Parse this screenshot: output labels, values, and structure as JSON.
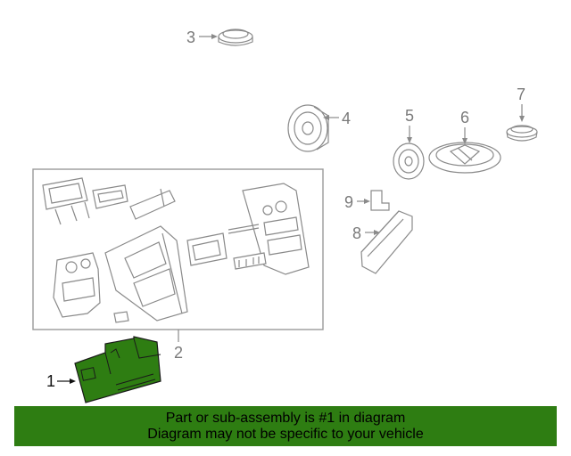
{
  "callouts": {
    "c1": "1",
    "c2": "2",
    "c3": "3",
    "c4": "4",
    "c5": "5",
    "c6": "6",
    "c7": "7",
    "c8": "8",
    "c9": "9"
  },
  "highlight_color": "#2e7d12",
  "banner": {
    "line1": "Part or sub-assembly is #1 in diagram",
    "line2": "Diagram may not be specific to your vehicle"
  }
}
